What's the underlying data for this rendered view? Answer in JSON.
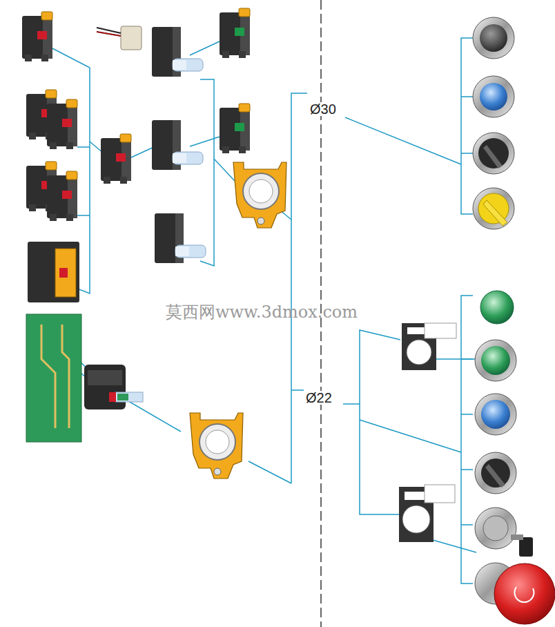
{
  "diagram": {
    "labels": [
      "Ø30",
      "Ø22",
      "莫西网www.3dmox.com"
    ]
  }
}
